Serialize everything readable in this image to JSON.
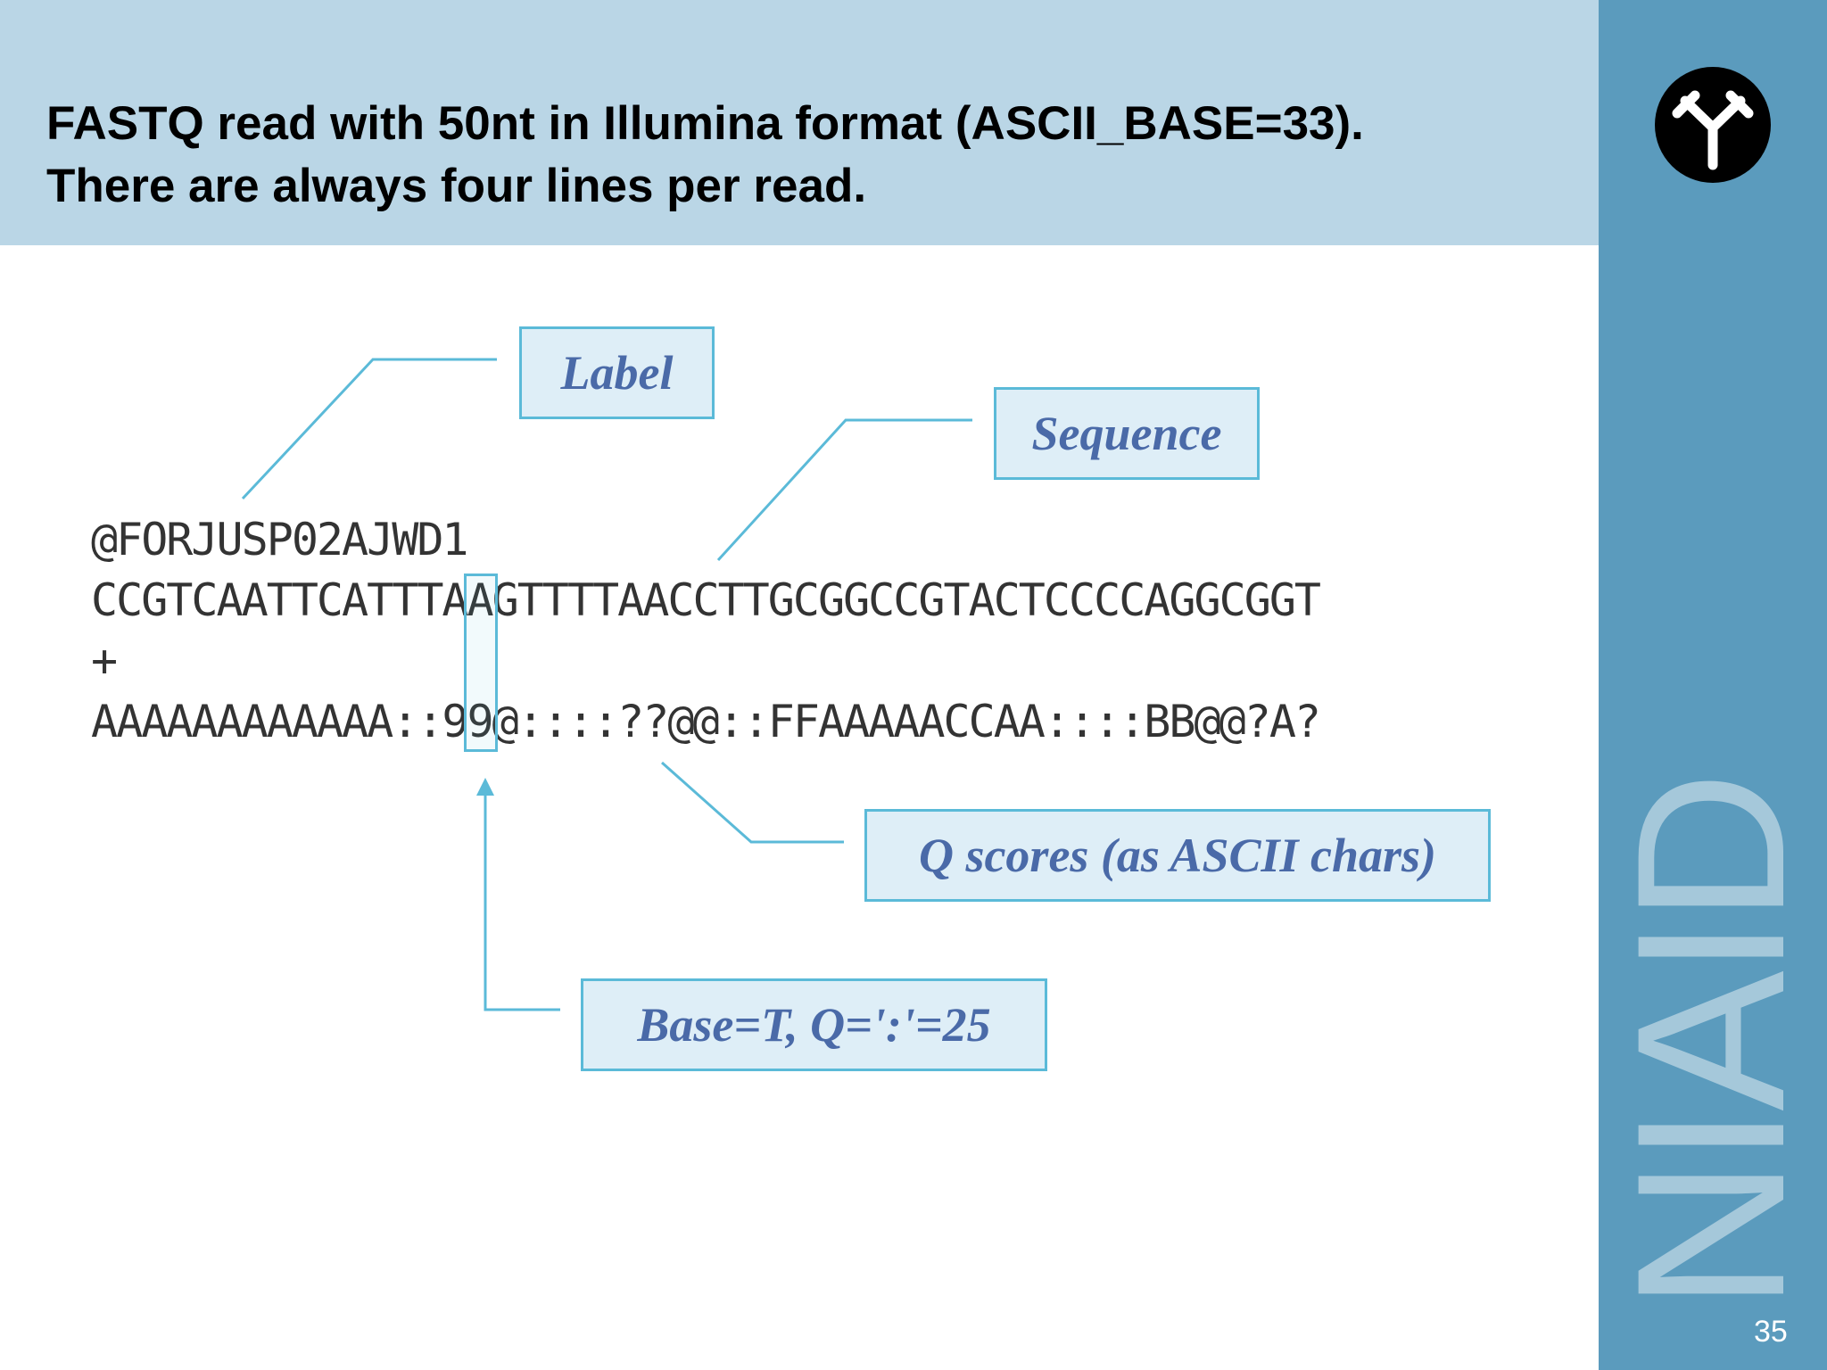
{
  "slide": {
    "title_line1": "FASTQ read with 50nt in Illumina format (ASCII_BASE=33).",
    "title_line2": "There are always four lines per read.",
    "logo_text": "NIAID",
    "page_number": "35"
  },
  "fastq": {
    "lines": [
      "@FORJUSP02AJWD1",
      "CCGTCAATTCATTTAAGTTTTAACCTTGCGGCCGTACTCCCCAGGCGGT",
      "+",
      "AAAAAAAAAAAA::99@::::??@@::FFAAAAACCAA::::BB@@?A?"
    ]
  },
  "callouts": {
    "label": "Label",
    "sequence": "Sequence",
    "q_scores": "Q scores (as ASCII chars)",
    "base": "Base=T, Q=':'=25"
  },
  "colors": {
    "header_bg": "#bad6e6",
    "sidebar_bg": "#5b9bbd",
    "callout_border": "#5bbad8",
    "callout_fill": "#deeef7",
    "callout_text": "#4a6aa8"
  }
}
